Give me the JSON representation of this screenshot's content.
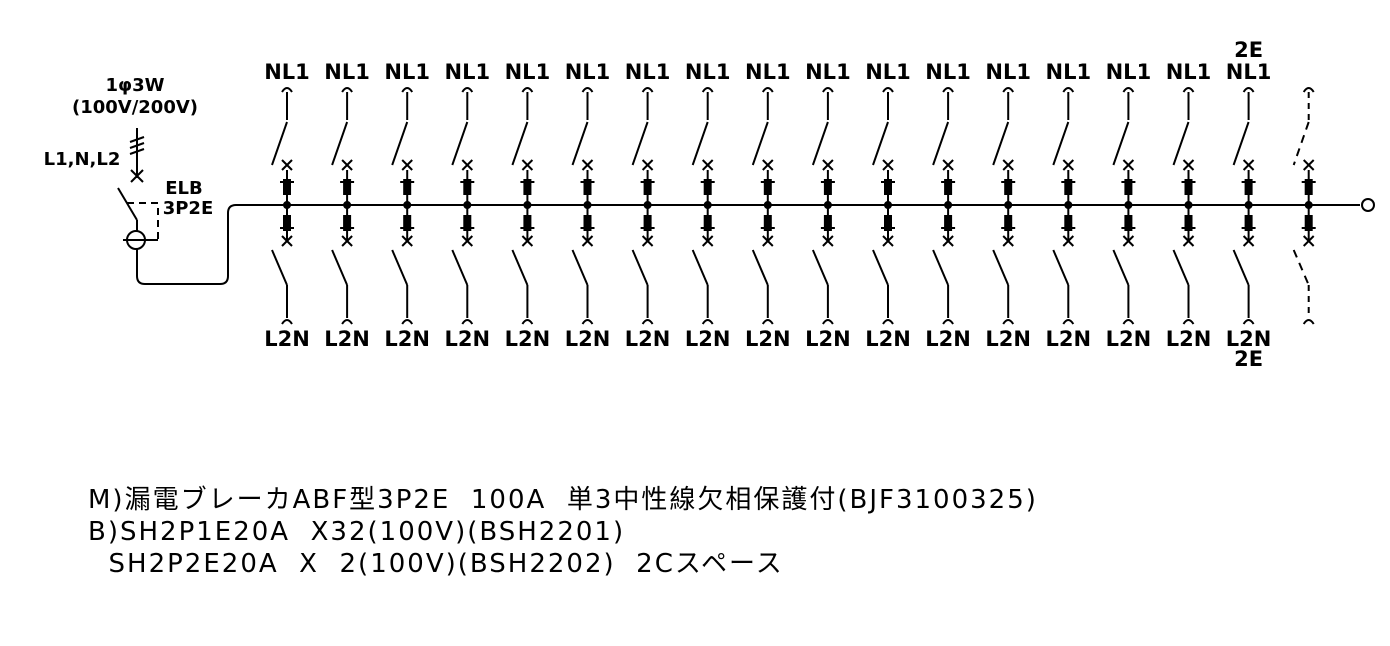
{
  "supply": {
    "phase": "1φ3W",
    "voltage": "(100V/200V)",
    "lines": "L1,N,L2"
  },
  "main_breaker": {
    "type": "ELB",
    "poles": "3P2E"
  },
  "branches": [
    {
      "top": "NL1",
      "bottom": "L2N",
      "top_extra": "",
      "bottom_extra": ""
    },
    {
      "top": "NL1",
      "bottom": "L2N",
      "top_extra": "",
      "bottom_extra": ""
    },
    {
      "top": "NL1",
      "bottom": "L2N",
      "top_extra": "",
      "bottom_extra": ""
    },
    {
      "top": "NL1",
      "bottom": "L2N",
      "top_extra": "",
      "bottom_extra": ""
    },
    {
      "top": "NL1",
      "bottom": "L2N",
      "top_extra": "",
      "bottom_extra": ""
    },
    {
      "top": "NL1",
      "bottom": "L2N",
      "top_extra": "",
      "bottom_extra": ""
    },
    {
      "top": "NL1",
      "bottom": "L2N",
      "top_extra": "",
      "bottom_extra": ""
    },
    {
      "top": "NL1",
      "bottom": "L2N",
      "top_extra": "",
      "bottom_extra": ""
    },
    {
      "top": "NL1",
      "bottom": "L2N",
      "top_extra": "",
      "bottom_extra": ""
    },
    {
      "top": "NL1",
      "bottom": "L2N",
      "top_extra": "",
      "bottom_extra": ""
    },
    {
      "top": "NL1",
      "bottom": "L2N",
      "top_extra": "",
      "bottom_extra": ""
    },
    {
      "top": "NL1",
      "bottom": "L2N",
      "top_extra": "",
      "bottom_extra": ""
    },
    {
      "top": "NL1",
      "bottom": "L2N",
      "top_extra": "",
      "bottom_extra": ""
    },
    {
      "top": "NL1",
      "bottom": "L2N",
      "top_extra": "",
      "bottom_extra": ""
    },
    {
      "top": "NL1",
      "bottom": "L2N",
      "top_extra": "",
      "bottom_extra": ""
    },
    {
      "top": "NL1",
      "bottom": "L2N",
      "top_extra": "",
      "bottom_extra": ""
    },
    {
      "top": "NL1",
      "bottom": "L2N",
      "top_extra": "2E",
      "bottom_extra": "2E"
    }
  ],
  "spare_branches": 1,
  "notes": [
    "M)漏電ブレーカABF型3P2E  100A  単3中性線欠相保護付(BJF3100325)",
    "B)SH2P1E20A  X32(100V)(BSH2201)",
    "  SH2P2E20A  X  2(100V)(BSH2202)  2Cスペース"
  ]
}
